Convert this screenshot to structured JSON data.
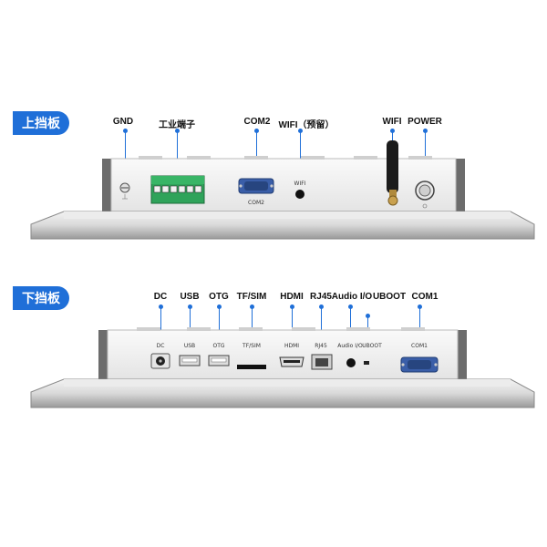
{
  "top_panel": {
    "tag": "上挡板",
    "labels": {
      "gnd": "GND",
      "terminal": "工业端子",
      "com2": "COM2",
      "wifi_reserved": "WIFI（预留）",
      "wifi": "WIFI",
      "power": "POWER"
    },
    "print": {
      "com2": "COM2",
      "wifi": "WIFI"
    }
  },
  "bottom_panel": {
    "tag": "下挡板",
    "labels": {
      "dc": "DC",
      "usb": "USB",
      "otg": "OTG",
      "tfsim": "TF/SIM",
      "hdmi": "HDMI",
      "rj45": "RJ45",
      "audio": "Audio I/O",
      "uboot": "UBOOT",
      "com1": "COM1"
    },
    "print": {
      "dc": "DC",
      "usb": "USB",
      "otg": "OTG",
      "tfsim": "TF/SIM",
      "hdmi": "HDMI",
      "rj45": "RJ45",
      "audio": "Audio I/O",
      "uboot": "UBOOT",
      "com1": "COM1"
    }
  },
  "colors": {
    "accent": "#1f6fd8",
    "terminal_green": "#2fa35a",
    "com_blue": "#3a5ea8"
  }
}
